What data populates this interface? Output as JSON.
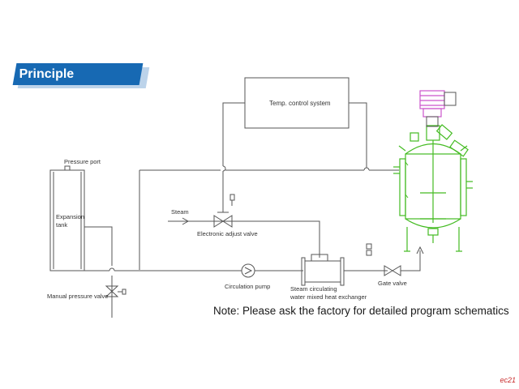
{
  "header": {
    "title": "Principle description"
  },
  "labels": {
    "temp_control": "Temp. control system",
    "pressure_port": "Pressure port",
    "expansion_tank_1": "Expansion",
    "expansion_tank_2": "tank",
    "steam": "Steam",
    "electronic_valve": "Electronic adjust valve",
    "manual_valve": "Manual pressure valve",
    "circulation_pump": "Circulation pump",
    "heat_exchanger_1": "Steam circulating",
    "heat_exchanger_2": "water mixed heat exchanger",
    "gate_valve": "Gate valve"
  },
  "note": "Note: Please ask the factory for detailed program schematics",
  "watermark": "ec21",
  "colors": {
    "banner": "#1769b3",
    "line": "#555555",
    "reactor": "#44bb22",
    "motor": "#cc55cc"
  }
}
